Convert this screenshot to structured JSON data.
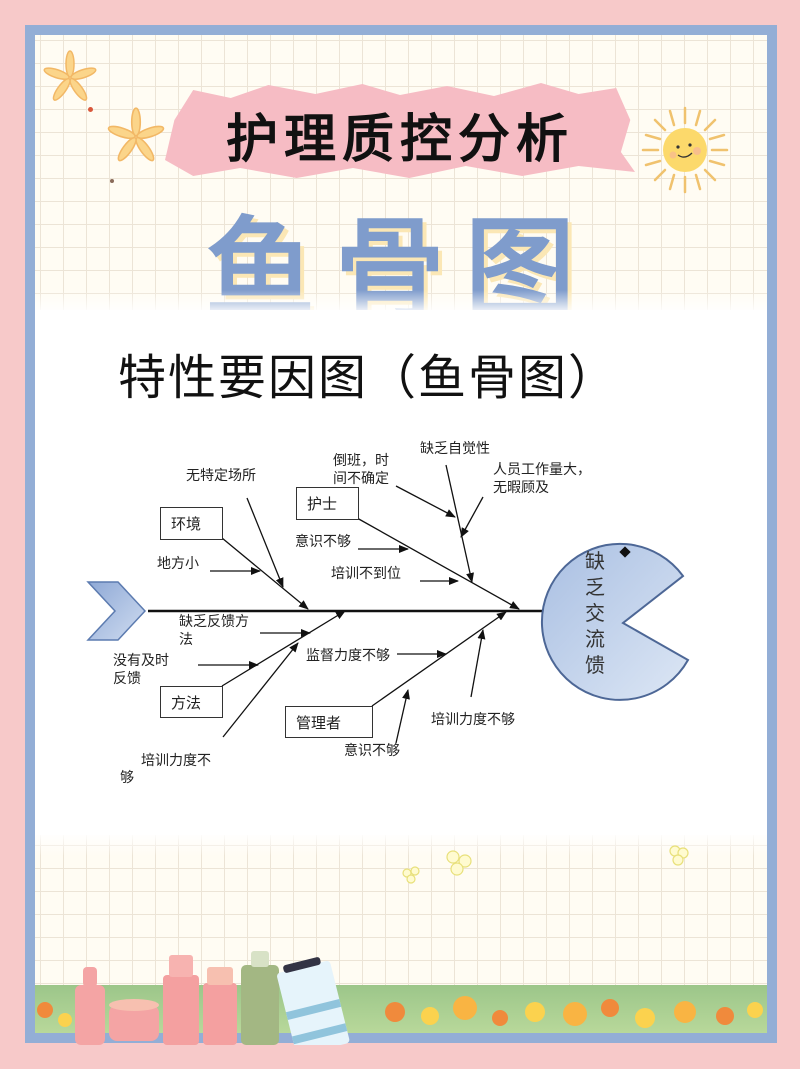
{
  "header": {
    "banner_title": "护理质控分析",
    "main_title": "鱼骨图"
  },
  "diagram": {
    "title": "特性要因图（鱼骨图）",
    "problem": "缺乏交流馈",
    "problem_chars": [
      "缺",
      "乏",
      "交",
      "流",
      "馈"
    ],
    "categories": [
      {
        "name": "环境",
        "causes": [
          "无特定场所",
          "地方小"
        ]
      },
      {
        "name": "护士",
        "causes": [
          "倒班，时间不确定",
          "缺乏自觉性",
          "人员工作量大，无暇顾及",
          "意识不够",
          "培训不到位"
        ]
      },
      {
        "name": "方法",
        "causes": [
          "缺乏反馈方法",
          "没有及时反馈",
          "培训力度不够"
        ]
      },
      {
        "name": "管理者",
        "causes": [
          "监督力度不够",
          "意识不够",
          "培训力度不够"
        ]
      }
    ],
    "labels": {
      "env_cause_1": "无特定场所",
      "env_cause_2": "地方小",
      "nurse_cause_1_line1": "倒班，时",
      "nurse_cause_1_line2": "间不确定",
      "nurse_cause_2": "缺乏自觉性",
      "nurse_cause_3_line1": "人员工作量大，",
      "nurse_cause_3_line2": "无暇顾及",
      "nurse_cause_4": "意识不够",
      "nurse_cause_5": "培训不到位",
      "method_cause_1_line1": "缺乏反馈方",
      "method_cause_1_line2": "法",
      "method_cause_2_line1": "没有及时",
      "method_cause_2_line2": "反馈",
      "method_cause_3_line1": "培训力度不",
      "method_cause_3_line2": "够",
      "mgr_cause_1": "监督力度不够",
      "mgr_cause_2": "意识不够",
      "mgr_cause_3": "培训力度不够"
    }
  },
  "colors": {
    "page_bg": "#f7c9c9",
    "frame": "#93aed6",
    "main_title": "#7f9ccc",
    "banner": "#f6bcc4",
    "fish_head": "#b9cbe6"
  }
}
